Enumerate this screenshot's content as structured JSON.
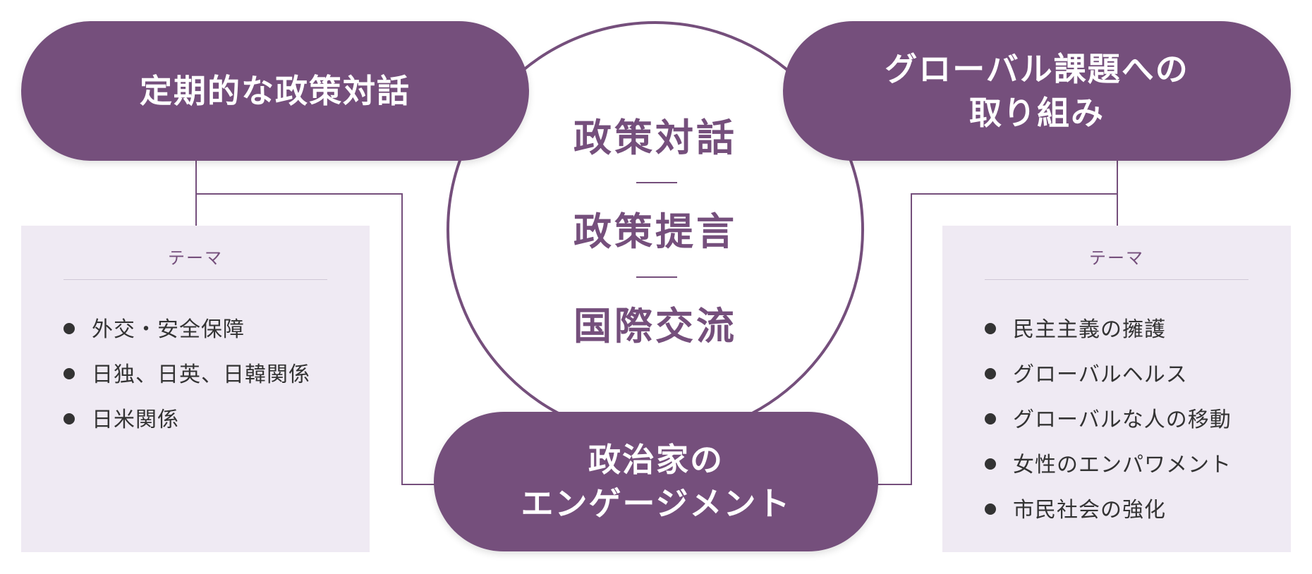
{
  "colors": {
    "accent": "#754f7c",
    "panel_bg": "#efeaf3",
    "text": "#333333"
  },
  "center": {
    "line1": "政策対話",
    "line2": "政策提言",
    "line3": "国際交流"
  },
  "pills": {
    "top_left": {
      "label": "定期的な政策対話"
    },
    "top_right": {
      "line1": "グローバル課題への",
      "line2": "取り組み"
    },
    "bottom": {
      "line1": "政治家の",
      "line2": "エンゲージメント"
    }
  },
  "panels": {
    "left": {
      "title": "テーマ",
      "items": [
        "外交・安全保障",
        "日独、日英、日韓関係",
        "日米関係"
      ]
    },
    "right": {
      "title": "テーマ",
      "items": [
        "民主主義の擁護",
        "グローバルヘルス",
        "グローバルな人の移動",
        "女性のエンパワメント",
        "市民社会の強化"
      ]
    }
  }
}
